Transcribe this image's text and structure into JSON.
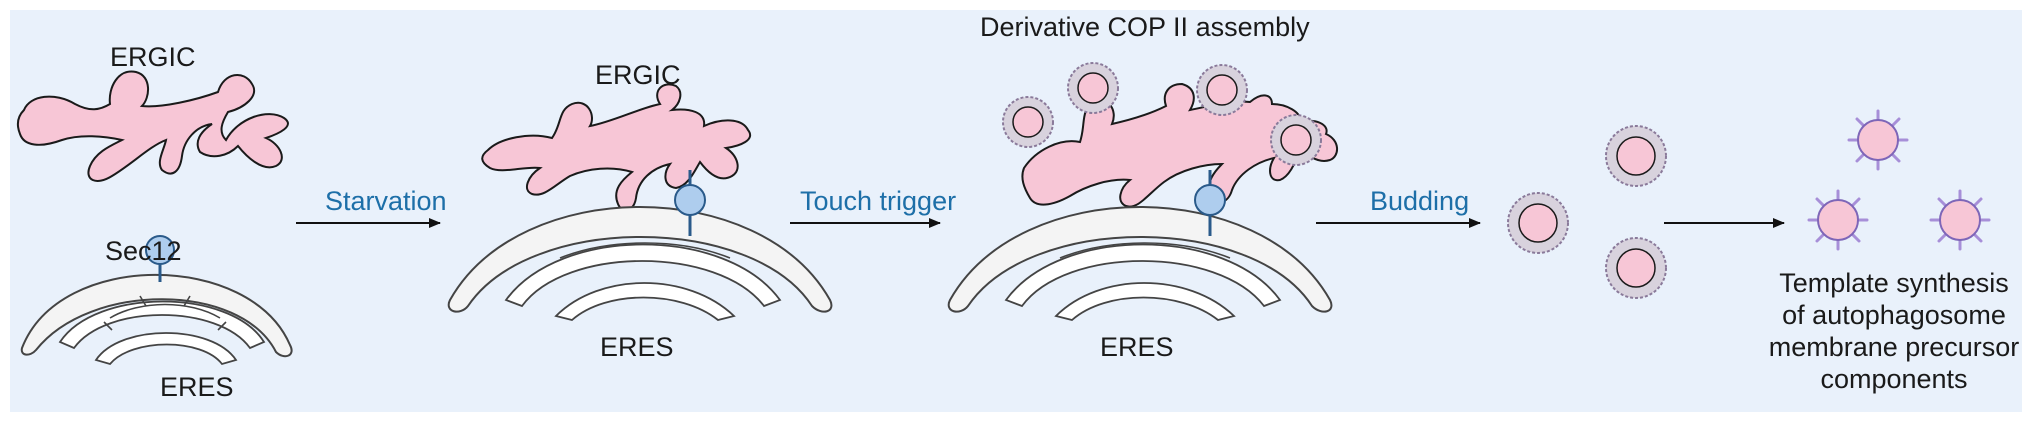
{
  "panel1": {
    "ergic": "ERGIC",
    "sec12": "Sec12",
    "eres": "ERES"
  },
  "step1": "Starvation",
  "panel2": {
    "ergic": "ERGIC",
    "eres": "ERES"
  },
  "step2": "Touch trigger",
  "panel3": {
    "title": "Derivative COP II assembly",
    "eres": "ERES"
  },
  "step3": "Budding",
  "result": {
    "lines": [
      "Template synthesis",
      "of autophagosome",
      "membrane precursor",
      "components"
    ]
  },
  "colors": {
    "background": "#e9f1fb",
    "ergic_fill": "#f7c6d6",
    "membrane_fill": "#f4f4f4",
    "sec12_fill": "#aecdee",
    "step_text": "#1d6fa8",
    "vesicle_spike": "#a78fd8"
  }
}
